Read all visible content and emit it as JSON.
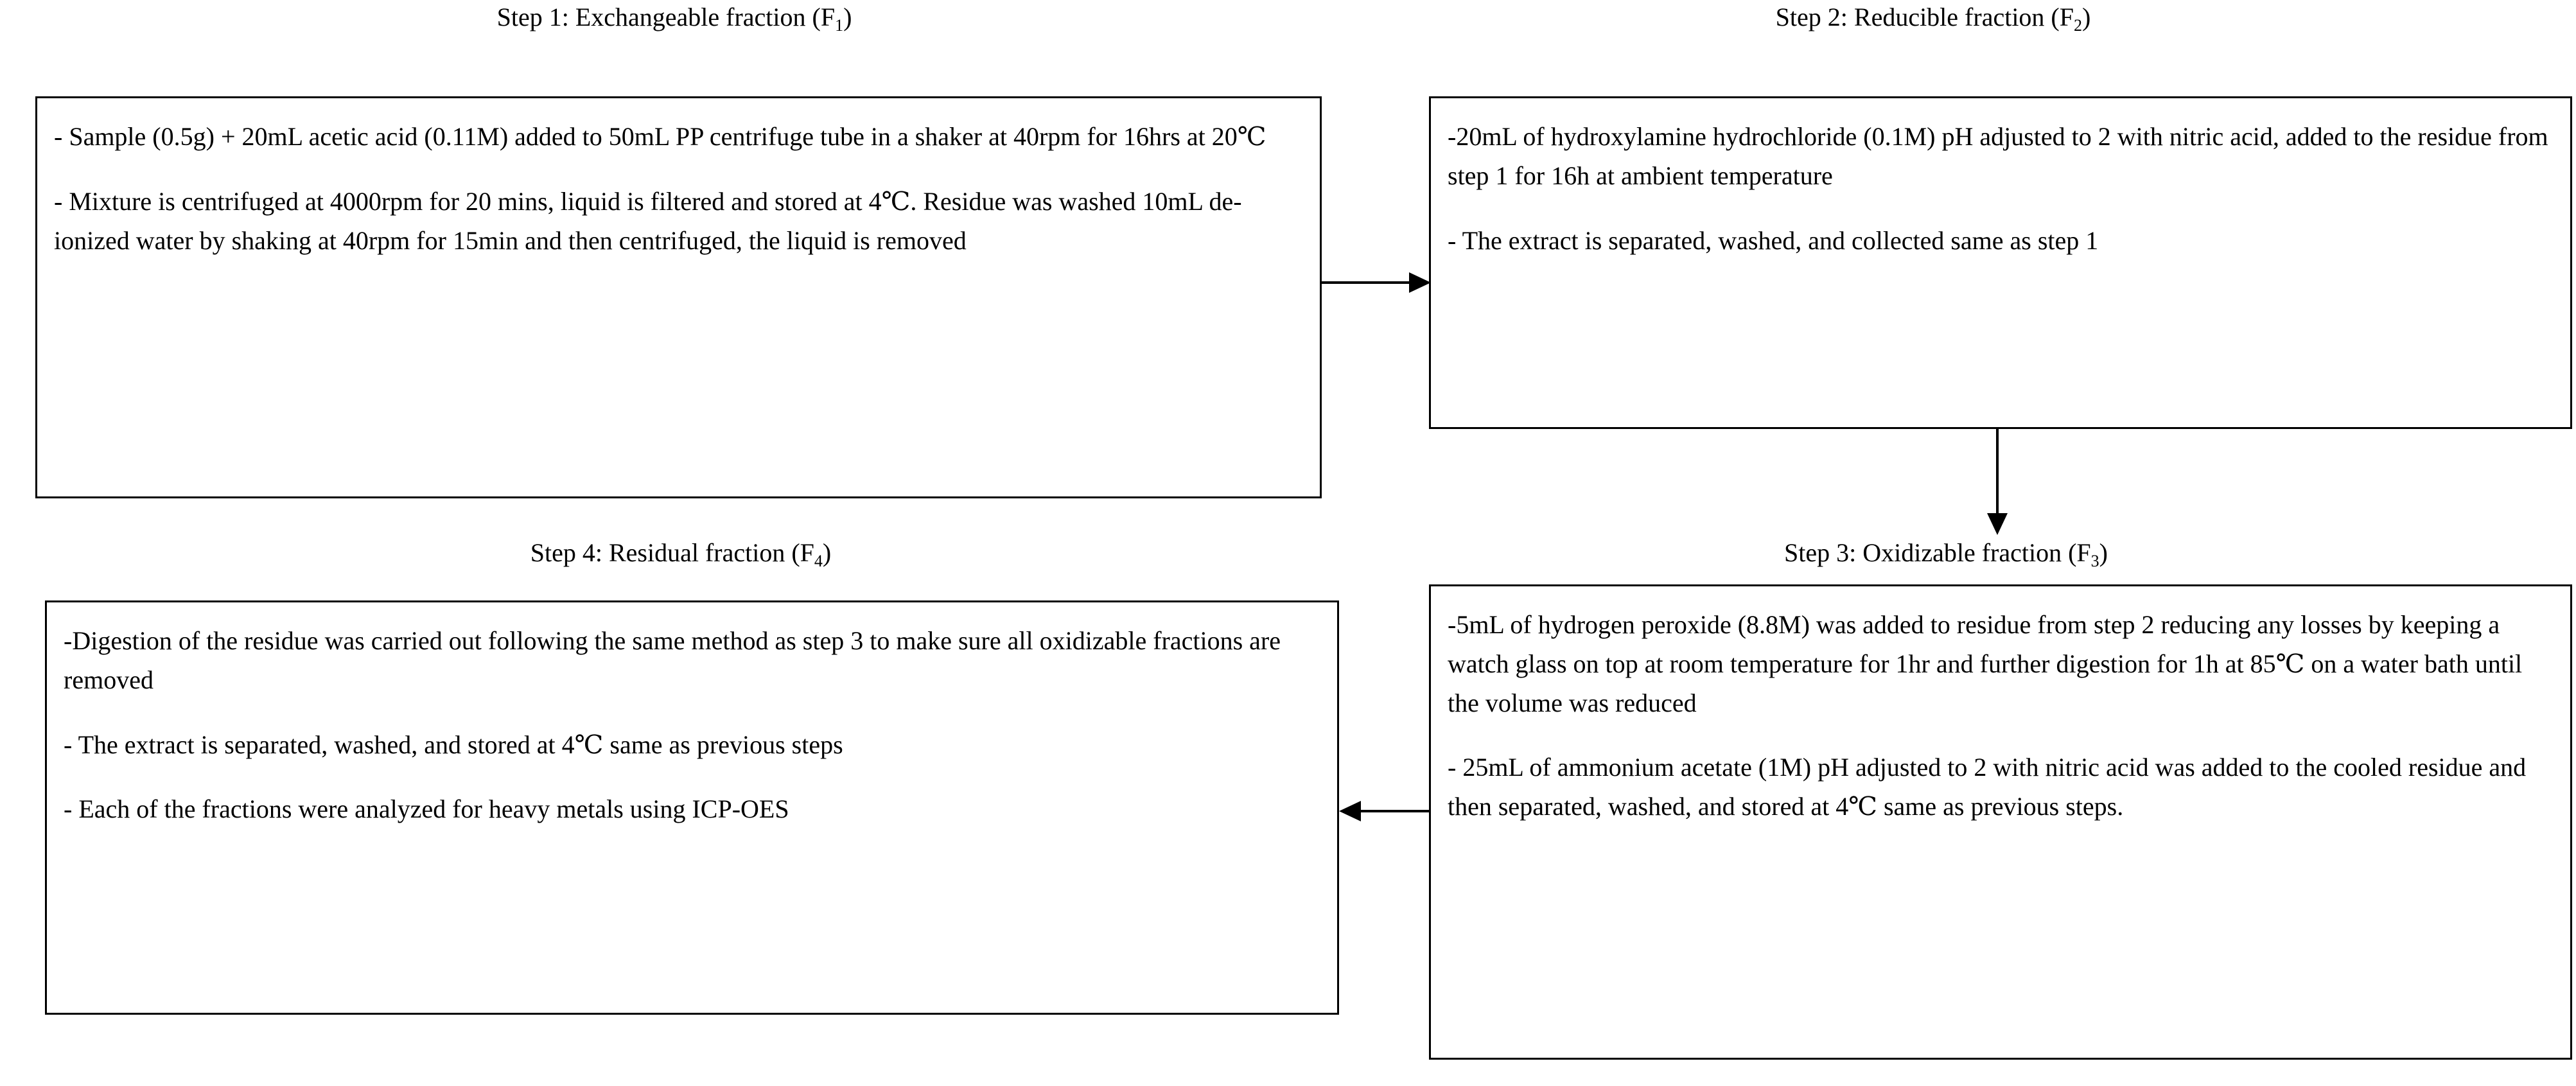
{
  "diagram": {
    "type": "flowchart",
    "orientation": "2x2-serpentine",
    "background_color": "#ffffff",
    "line_color": "#000000",
    "text_color": "#000000"
  },
  "steps": [
    {
      "id": "step-1",
      "title_prefix": "Step 1: Exchangeable fraction (F",
      "title_subscript": "1",
      "title_suffix": ")",
      "title_full": "Step 1: Exchangeable fraction (F1)",
      "paragraphs": [
        "- Sample (0.5g) + 20mL acetic acid (0.11M) added to 50mL PP centrifuge tube in a shaker at 40rpm for 16hrs at 20℃",
        "- Mixture is centrifuged at 4000rpm for 20 mins, liquid is filtered and stored at 4℃. Residue was washed 10mL de-ionized water by shaking at 40rpm for 15min and then centrifuged, the liquid is removed"
      ]
    },
    {
      "id": "step-2",
      "title_prefix": "Step 2: Reducible fraction (F",
      "title_subscript": "2",
      "title_suffix": ")",
      "title_full": "Step 2: Reducible fraction (F2)",
      "paragraphs": [
        "-20mL of hydroxylamine hydrochloride (0.1M) pH adjusted to 2 with nitric acid, added to the residue from step 1 for 16h at ambient temperature",
        "- The extract is separated, washed, and collected same as step 1"
      ]
    },
    {
      "id": "step-3",
      "title_prefix": "Step 3: Oxidizable fraction (F",
      "title_subscript": "3",
      "title_suffix": ")",
      "title_full": "Step 3: Oxidizable fraction (F3)",
      "paragraphs": [
        "-5mL of hydrogen peroxide (8.8M) was added to residue from step 2 reducing any losses by keeping a watch glass on top at room temperature for 1hr and further digestion for 1h at 85℃ on a water bath until the volume was reduced",
        "- 25mL of ammonium acetate (1M) pH adjusted to 2 with nitric acid was added to the cooled residue and then separated, washed, and stored at 4℃ same as previous steps."
      ]
    },
    {
      "id": "step-4",
      "title_prefix": "Step 4: Residual fraction (F",
      "title_subscript": "4",
      "title_suffix": ")",
      "title_full": "Step 4: Residual fraction (F4)",
      "paragraphs": [
        "-Digestion of the residue was carried out following the same method as step 3 to make sure all oxidizable fractions are removed",
        "- The extract is separated, washed, and stored at 4℃ same as previous steps",
        "- Each of the fractions were analyzed for heavy metals using ICP-OES"
      ]
    }
  ],
  "connectors": [
    {
      "id": "arrow-step1-to-step2",
      "direction": "right",
      "from": "step-1",
      "to": "step-2"
    },
    {
      "id": "arrow-step2-to-step3",
      "direction": "down",
      "from": "step-2",
      "to": "step-3"
    },
    {
      "id": "arrow-step3-to-step4",
      "direction": "left",
      "from": "step-3",
      "to": "step-4"
    }
  ]
}
